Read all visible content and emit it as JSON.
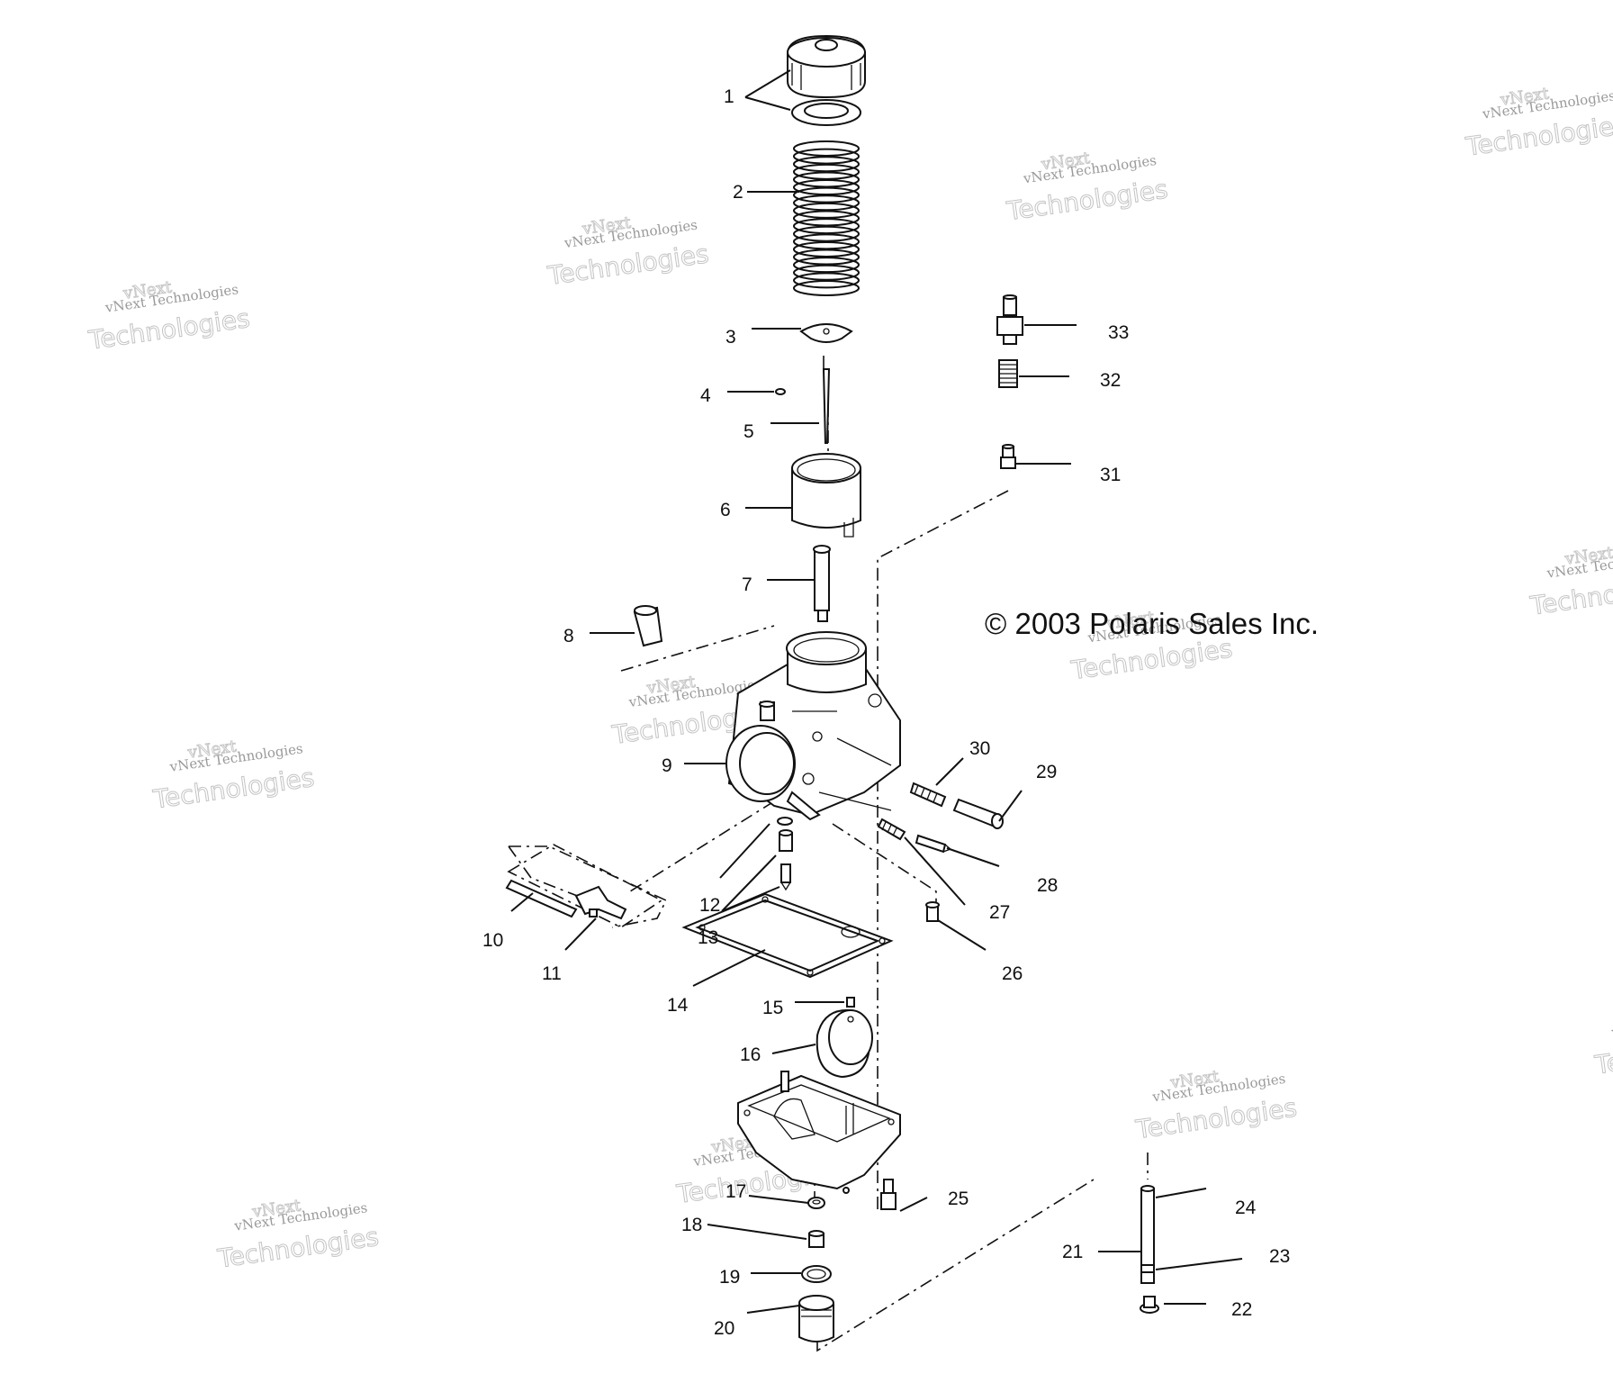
{
  "copyright": "© 2003 Polaris Sales Inc.",
  "watermark": {
    "line1": "vNext",
    "line2": "vNext Technologies",
    "line3": "Technologies"
  },
  "callouts": {
    "c1": "1",
    "c2": "2",
    "c3": "3",
    "c4": "4",
    "c5": "5",
    "c6": "6",
    "c7": "7",
    "c8": "8",
    "c9": "9",
    "c10": "10",
    "c11": "11",
    "c12": "12",
    "c13": "13",
    "c14": "14",
    "c15": "15",
    "c16": "16",
    "c17": "17",
    "c18": "18",
    "c19": "19",
    "c20": "20",
    "c21": "21",
    "c22": "22",
    "c23": "23",
    "c24": "24",
    "c25": "25",
    "c26": "26",
    "c27": "27",
    "c28": "28",
    "c29": "29",
    "c30": "30",
    "c31": "31",
    "c32": "32",
    "c33": "33"
  }
}
